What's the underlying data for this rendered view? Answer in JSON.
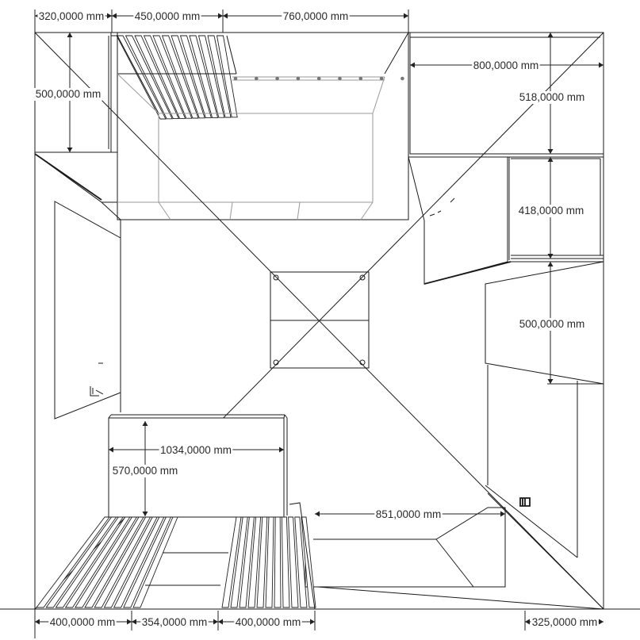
{
  "drawing": {
    "title": "",
    "dimensions": {
      "top_left_width": "320,0000 mm",
      "top_slat_width": "450,0000 mm",
      "top_niche_width": "760,0000 mm",
      "left_cabinet_height": "500,0000 mm",
      "right_top_width": "800,0000 mm",
      "right_top_height": "518,0000 mm",
      "right_middle_height": "418,0000 mm",
      "right_lower_height": "500,0000 mm",
      "bench_width": "1034,0000 mm",
      "bench_depth": "570,0000 mm",
      "floor_step_width": "851,0000 mm",
      "bottom_left_slat": "400,0000 mm",
      "bottom_gap": "354,0000 mm",
      "bottom_right_slat": "400,0000 mm",
      "bottom_right_offset": "325,0000 mm"
    }
  }
}
